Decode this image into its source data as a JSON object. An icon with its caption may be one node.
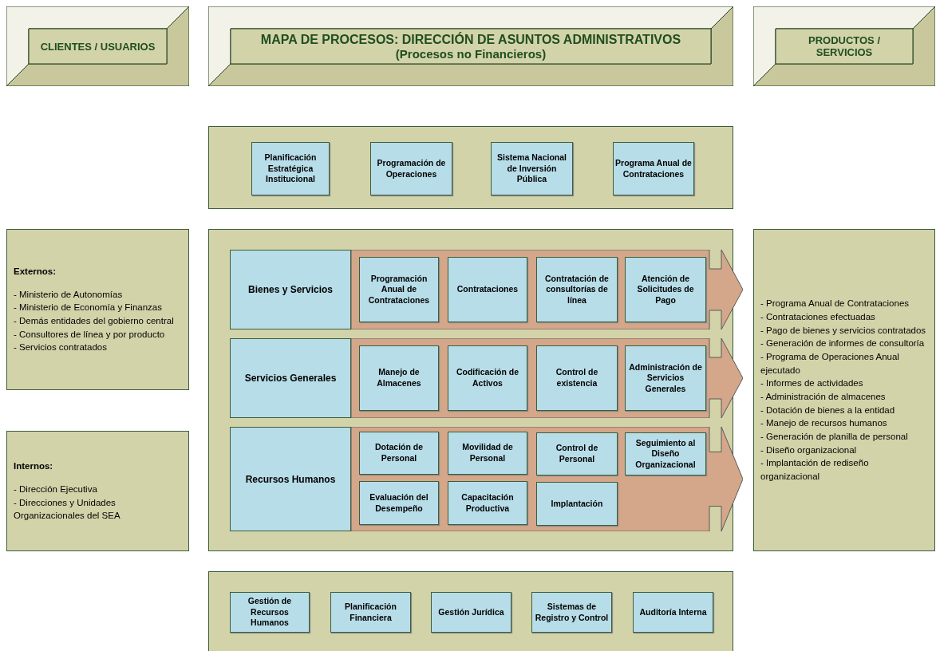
{
  "diagram": {
    "nodes": [
      {
        "text": [
          "CLIENTES / USUARIOS"
        ]
      },
      {
        "text": [
          "MAPA DE PROCESOS: DIRECCIÓN DE ASUNTOS ADMINISTRATIVOS",
          "(Procesos no Financieros)"
        ]
      },
      {
        "text": [
          "PRODUCTOS / SERVICIOS"
        ]
      },
      {
        "text": [],
        "shape": "box"
      },
      {
        "text": [
          "Planificación Estratégica Institucional"
        ],
        "in": 3
      },
      {
        "text": [
          "Programación de Operaciones"
        ],
        "in": 3
      },
      {
        "text": [
          "Sistema Nacional de Inversión Pública"
        ],
        "in": 3
      },
      {
        "text": [
          "Programa Anual de Contrataciones"
        ],
        "in": 3
      },
      {
        "text": [
          "Externos:",
          "- Ministerio de Autonomías",
          "- Ministerio de Economía y Finanzas",
          "- Demás entidades del gobierno central",
          "- Consultores de línea y por producto",
          "- Servicios contratados"
        ]
      },
      {
        "text": [
          "Internos:",
          "- Dirección Ejecutiva",
          "- Direcciones y Unidades Organizacionales del SEA"
        ]
      },
      {
        "text": [],
        "shape": "box"
      },
      {
        "text": [
          "Bienes y Servicios"
        ],
        "in": 10
      },
      {
        "text": [],
        "shape": "arrow",
        "in": 10
      },
      {
        "text": [
          "Programación Anual de Contrataciones"
        ],
        "in": 12
      },
      {
        "text": [
          "Contrataciones"
        ],
        "in": 12
      },
      {
        "text": [
          "Contratación de consultorías de línea"
        ],
        "in": 12
      },
      {
        "text": [
          "Atención de Solicitudes de Pago"
        ],
        "in": 12
      },
      {
        "text": [
          "Servicios Generales"
        ],
        "in": 10
      },
      {
        "text": [],
        "shape": "arrow",
        "in": 10
      },
      {
        "text": [
          "Manejo de Almacenes"
        ],
        "in": 18
      },
      {
        "text": [
          "Codificación de Activos"
        ],
        "in": 18
      },
      {
        "text": [
          "Control de existencia"
        ],
        "in": 18
      },
      {
        "text": [
          "Administración de Servicios Generales"
        ],
        "in": 18
      },
      {
        "text": [
          "Recursos Humanos"
        ],
        "in": 10
      },
      {
        "text": [],
        "shape": "arrow",
        "in": 10
      },
      {
        "text": [
          "Dotación de Personal"
        ],
        "in": 24
      },
      {
        "text": [
          "Movilidad de Personal"
        ],
        "in": 24
      },
      {
        "text": [
          "Control de Personal"
        ],
        "in": 24
      },
      {
        "text": [
          "Seguimiento al Diseño Organizacional"
        ],
        "in": 24
      },
      {
        "text": [
          "Evaluación del Desempeño"
        ],
        "in": 24
      },
      {
        "text": [
          "Capacitación Productiva"
        ],
        "in": 24
      },
      {
        "text": [
          "Implantación"
        ],
        "in": 24
      },
      {
        "text": [
          "- Programa Anual de Contrataciones",
          "- Contrataciones efectuadas",
          "- Pago de bienes y servicios contratados",
          "- Generación de informes de consultoría",
          "- Programa de Operaciones Anual ejecutado",
          "- Informes de actividades",
          "- Administración de almacenes",
          "- Dotación de bienes a la entidad",
          "- Manejo de recursos humanos",
          "- Generación de planilla de personal",
          "- Diseño organizacional",
          "- Implantación de rediseño organizacional"
        ]
      },
      {
        "text": [],
        "shape": "box"
      },
      {
        "text": [
          "Gestión de Recursos Humanos"
        ],
        "in": 33
      },
      {
        "text": [
          "Planificación Financiera"
        ],
        "in": 33
      },
      {
        "text": [
          "Gestión Jurídica"
        ],
        "in": 33
      },
      {
        "text": [
          "Sistemas de Registro y Control"
        ],
        "in": 33
      },
      {
        "text": [
          "Auditoría Interna"
        ],
        "in": 33
      }
    ]
  }
}
